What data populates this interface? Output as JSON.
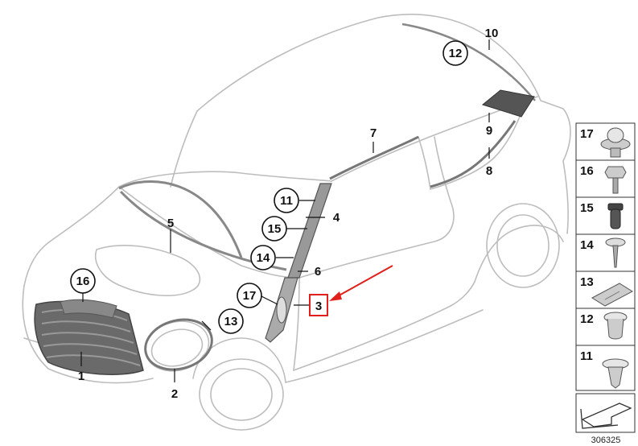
{
  "callouts": [
    {
      "id": "1",
      "label": "1",
      "circled": false
    },
    {
      "id": "2",
      "label": "2",
      "circled": false
    },
    {
      "id": "3",
      "label": "3",
      "circled": false,
      "highlighted": true
    },
    {
      "id": "4",
      "label": "4",
      "circled": false
    },
    {
      "id": "5",
      "label": "5",
      "circled": false
    },
    {
      "id": "6",
      "label": "6",
      "circled": false
    },
    {
      "id": "7",
      "label": "7",
      "circled": false
    },
    {
      "id": "8",
      "label": "8",
      "circled": false
    },
    {
      "id": "9",
      "label": "9",
      "circled": false
    },
    {
      "id": "10",
      "label": "10",
      "circled": false
    },
    {
      "id": "11",
      "label": "11",
      "circled": true
    },
    {
      "id": "12",
      "label": "12",
      "circled": true
    },
    {
      "id": "13",
      "label": "13",
      "circled": true
    },
    {
      "id": "14",
      "label": "14",
      "circled": true
    },
    {
      "id": "15",
      "label": "15",
      "circled": true
    },
    {
      "id": "16",
      "label": "16",
      "circled": true
    },
    {
      "id": "17",
      "label": "17",
      "circled": true
    }
  ],
  "legend": [
    {
      "label": "17",
      "icon": "clip-17-icon"
    },
    {
      "label": "16",
      "icon": "screw-16-icon"
    },
    {
      "label": "15",
      "icon": "grommet-15-icon"
    },
    {
      "label": "14",
      "icon": "screw-14-icon"
    },
    {
      "label": "13",
      "icon": "clamp-13-icon"
    },
    {
      "label": "12",
      "icon": "nut-12-icon"
    },
    {
      "label": "11",
      "icon": "clip-11-icon"
    }
  ],
  "footer": {
    "doc_id": "306325"
  },
  "colors": {
    "line": "#b9b9b9",
    "text": "#111111",
    "highlight": "#e0201b",
    "arrow": "#e0201b",
    "part": "#555555"
  }
}
